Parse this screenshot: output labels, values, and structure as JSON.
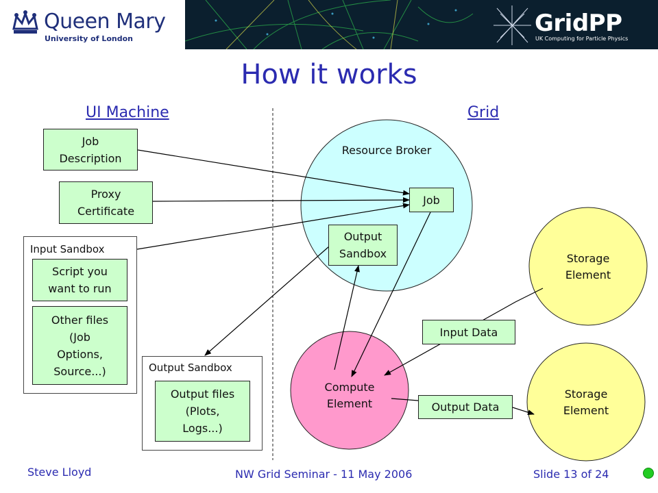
{
  "header": {
    "qm_name": "Queen Mary",
    "qm_sub": "University of London",
    "gridpp_name": "GridPP",
    "gridpp_sub": "UK Computing for Particle Physics"
  },
  "title": "How it works",
  "headings": {
    "ui_machine": "UI Machine",
    "grid": "Grid"
  },
  "ui_boxes": {
    "job_description": "Job\nDescription",
    "proxy_certificate": "Proxy\nCertificate",
    "input_sandbox_label": "Input Sandbox",
    "script": "Script you\nwant to run",
    "other_files": "Other files\n(Job\nOptions,\nSource...)",
    "output_sandbox_label": "Output Sandbox",
    "output_files": "Output files\n(Plots,\nLogs...)"
  },
  "grid_boxes": {
    "resource_broker": "Resource Broker",
    "job": "Job",
    "output_sandbox": "Output\nSandbox",
    "compute_element": "Compute\nElement",
    "storage_element_1": "Storage\nElement",
    "storage_element_2": "Storage\nElement",
    "input_data": "Input Data",
    "output_data": "Output Data"
  },
  "colors": {
    "title": "#2b2bb0",
    "box_fill": "#ccffcc",
    "resource_broker_fill": "#ccffff",
    "compute_element_fill": "#ff99cc",
    "storage_element_fill": "#ffff99",
    "banner": "#0b1f2e"
  },
  "footer": {
    "author": "Steve Lloyd",
    "event": "NW Grid Seminar - 11 May 2006",
    "slide": "Slide 13 of 24"
  }
}
